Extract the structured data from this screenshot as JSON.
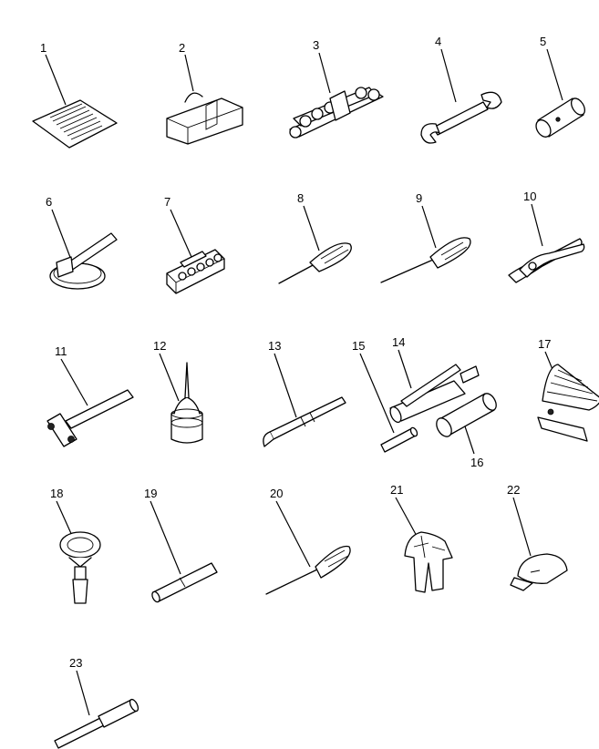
{
  "parts": [
    {
      "id": "1"
    },
    {
      "id": "2"
    },
    {
      "id": "3"
    },
    {
      "id": "4"
    },
    {
      "id": "5"
    },
    {
      "id": "6"
    },
    {
      "id": "7"
    },
    {
      "id": "8"
    },
    {
      "id": "9"
    },
    {
      "id": "10"
    },
    {
      "id": "11"
    },
    {
      "id": "12"
    },
    {
      "id": "13"
    },
    {
      "id": "14"
    },
    {
      "id": "15"
    },
    {
      "id": "16"
    },
    {
      "id": "17"
    },
    {
      "id": "18"
    },
    {
      "id": "19"
    },
    {
      "id": "20"
    },
    {
      "id": "21"
    },
    {
      "id": "22"
    },
    {
      "id": "23"
    }
  ],
  "icons": {
    "1": "manual-icon",
    "2": "tool-bag-icon",
    "3": "wrench-set-icon",
    "4": "open-end-wrench-icon",
    "5": "socket-wrench-icon",
    "6": "filter-wrench-icon",
    "7": "socket-set-icon",
    "8": "screwdriver-icon",
    "9": "screwdriver-icon",
    "10": "pliers-icon",
    "11": "hammer-icon",
    "12": "oil-can-icon",
    "13": "pry-bar-icon",
    "14": "grease-gun-icon",
    "15": "pin-icon",
    "16": "cartridge-icon",
    "17": "feeler-gauge-icon",
    "18": "funnel-icon",
    "19": "bar-icon",
    "20": "screwdriver-icon",
    "21": "gloves-icon",
    "22": "cap-icon",
    "23": "punch-icon"
  }
}
